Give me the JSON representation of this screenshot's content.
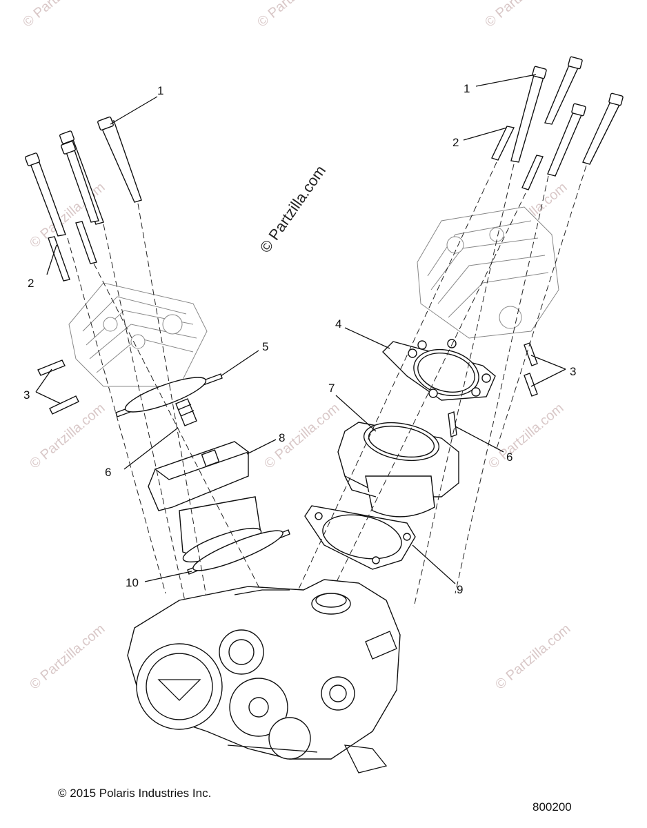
{
  "footer": {
    "copyright": "© 2015 Polaris Industries Inc.",
    "diagram_number": "800200"
  },
  "watermark": {
    "center_text": "© Partzilla.com",
    "repeat_text": "© Partzilla.com"
  },
  "callouts": {
    "c1_left": "1",
    "c1_right": "1",
    "c2_left": "2",
    "c2_right": "2",
    "c3_left": "3",
    "c3_right": "3",
    "c4": "4",
    "c5": "5",
    "c6_left": "6",
    "c6_right": "6",
    "c7": "7",
    "c8": "8",
    "c9": "9",
    "c10": "10"
  }
}
